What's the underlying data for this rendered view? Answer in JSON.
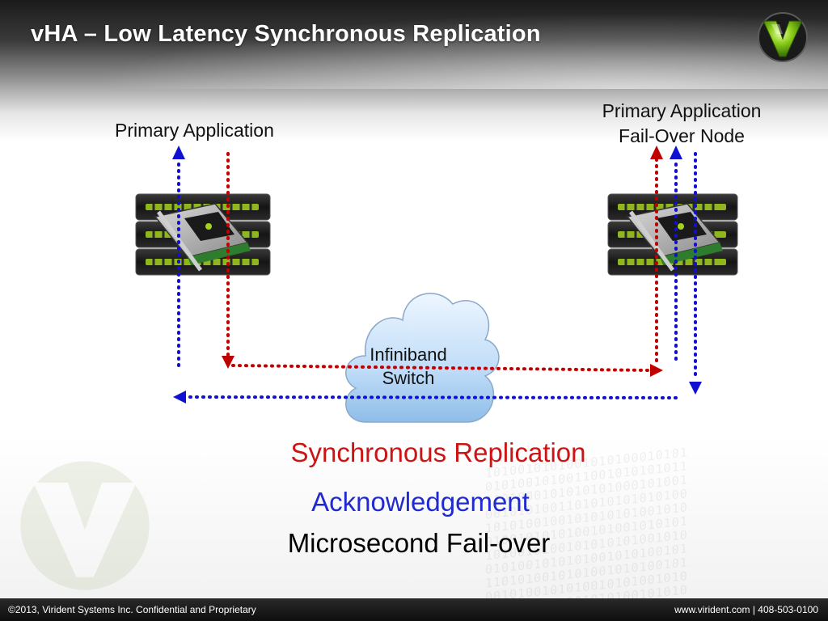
{
  "slide": {
    "title": "vHA – Low Latency Synchronous Replication",
    "logo_icon": "virident-v-logo-icon"
  },
  "nodes": {
    "primary": {
      "label": "Primary Application"
    },
    "failover": {
      "label_line1": "Primary Application",
      "label_line2": "Fail-Over Node"
    }
  },
  "switch": {
    "label_line1": "Infiniband",
    "label_line2": "Switch",
    "icon": "cloud-icon"
  },
  "legend": {
    "replication": "Synchronous Replication",
    "acknowledgement": "Acknowledgement",
    "failover": "Microsecond Fail-over"
  },
  "colors": {
    "replication": "#c00000",
    "acknowledgement": "#1010d0",
    "logo_green": "#7bc11a"
  },
  "footer": {
    "left": "©2013, Virident Systems Inc. Confidential and Proprietary",
    "right": "www.virident.com  |  408-503-0100"
  }
}
